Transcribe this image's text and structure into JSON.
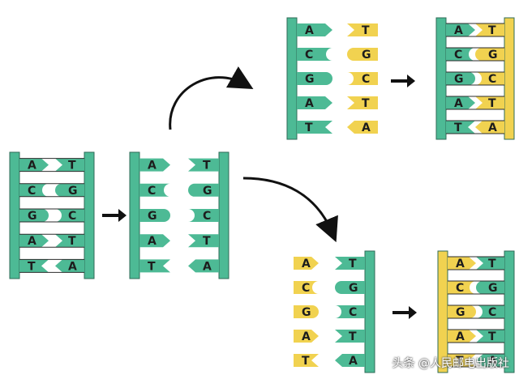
{
  "colors": {
    "green": "#4dba95",
    "yellow": "#f1d250",
    "outline": "#2f6b57",
    "arrow": "#111111"
  },
  "panels": {
    "original": {
      "name": "original-dna",
      "left": [
        "A",
        "C",
        "G",
        "A",
        "T"
      ],
      "right": [
        "T",
        "G",
        "C",
        "T",
        "A"
      ],
      "left_color": "green",
      "right_color": "green",
      "state": "paired"
    },
    "separated": {
      "name": "separated-strands",
      "left": [
        "A",
        "C",
        "G",
        "A",
        "T"
      ],
      "right": [
        "T",
        "G",
        "C",
        "T",
        "A"
      ],
      "left_color": "green",
      "right_color": "green",
      "state": "separated"
    },
    "top_separated": {
      "name": "top-template-with-nucleotides",
      "left": [
        "A",
        "C",
        "G",
        "A",
        "T"
      ],
      "right": [
        "T",
        "G",
        "C",
        "T",
        "A"
      ],
      "left_color": "green",
      "right_color": "yellow",
      "state": "separated",
      "rail": "left"
    },
    "top_result": {
      "name": "top-new-dna",
      "left": [
        "A",
        "C",
        "G",
        "A",
        "T"
      ],
      "right": [
        "T",
        "G",
        "C",
        "T",
        "A"
      ],
      "left_color": "green",
      "right_color": "yellow",
      "state": "paired"
    },
    "bottom_separated": {
      "name": "bottom-template-with-nucleotides",
      "left": [
        "A",
        "C",
        "G",
        "A",
        "T"
      ],
      "right": [
        "T",
        "G",
        "C",
        "T",
        "A"
      ],
      "left_color": "yellow",
      "right_color": "green",
      "state": "separated",
      "rail": "right"
    },
    "bottom_result": {
      "name": "bottom-new-dna",
      "left": [
        "A",
        "C",
        "G",
        "A",
        "T"
      ],
      "right": [
        "T",
        "G",
        "C",
        "T",
        "A"
      ],
      "left_color": "yellow",
      "right_color": "green",
      "state": "paired"
    }
  },
  "watermark": "头条 @人民邮电出版社"
}
